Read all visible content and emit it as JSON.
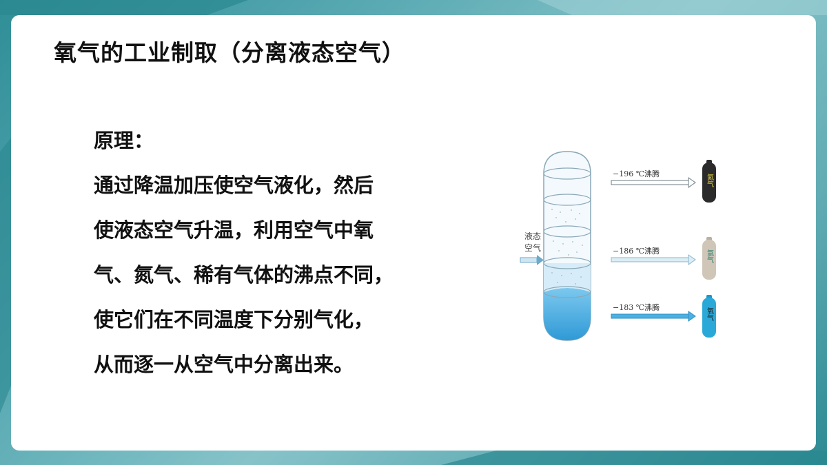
{
  "slide": {
    "title": "氧气的工业制取（分离液态空气）",
    "principle_heading": "原理：",
    "lines": [
      "通过降温加压使空气液化，然后",
      "使液态空气升温，利用空气中氧",
      "气、氮气、稀有气体的沸点不同，",
      "使它们在不同温度下分别气化，",
      "从而逐一从空气中分离出来。"
    ]
  },
  "diagram": {
    "input_label_1": "液态",
    "input_label_2": "空气",
    "outputs": [
      {
        "boiling": "−196 ℃沸腾",
        "cylinder_label": "氮气",
        "color": "#2b2b2b",
        "label_color": "#e8d23a"
      },
      {
        "boiling": "−186 ℃沸腾",
        "cylinder_label": "氩气",
        "color": "#cfc6b8",
        "label_color": "#2a7f6f"
      },
      {
        "boiling": "−183 ℃沸腾",
        "cylinder_label": "氧气",
        "color": "#2aa9d8",
        "label_color": "#1a1a1a"
      }
    ]
  },
  "colors": {
    "accent": "#3a9aa3",
    "card": "#ffffff",
    "column_liquid": "#3ea6dc",
    "arrow": "#8fc3dd"
  }
}
